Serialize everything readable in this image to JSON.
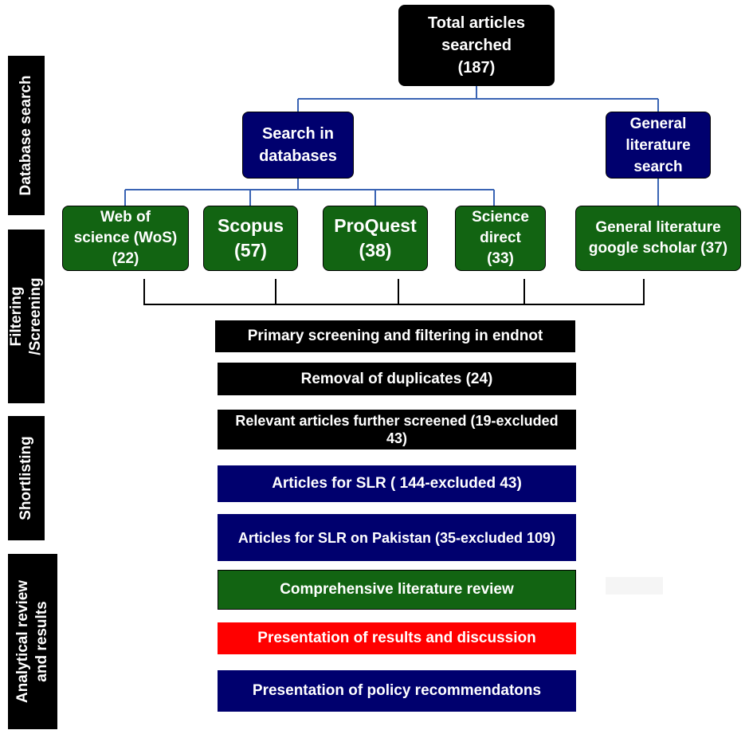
{
  "side_labels": {
    "database_search": "Database search",
    "filtering": "Filtering\n/Screening",
    "shortlisting": "Shortlisting",
    "analytical": "Analytical review\nand results"
  },
  "nodes": {
    "total": "Total articles searched (187)",
    "search_databases": "Search in databases",
    "general_search": "General literature search",
    "wos": "Web of science (WoS) (22)",
    "scopus": "Scopus (57)",
    "proquest": "ProQuest (38)",
    "science_direct": "Science direct (33)",
    "google_scholar": "General literature google scholar (37)",
    "primary_screening": "Primary screening and filtering in endnot",
    "duplicates": "Removal of duplicates (24)",
    "relevant": "Relevant articles further screened  (19-excluded 43)",
    "slr": "Articles for SLR  ( 144-excluded  43)",
    "slr_pakistan": "Articles for SLR  on Pakistan (35-excluded 109)",
    "comprehensive": "Comprehensive literature review",
    "presentation_results": "Presentation of results and discussion",
    "policy": "Presentation of policy recommendatons"
  },
  "colors": {
    "black": "#000000",
    "navy": "#00006e",
    "green": "#126412",
    "red": "#ff0000",
    "connector_blue": "#3a64b4"
  }
}
